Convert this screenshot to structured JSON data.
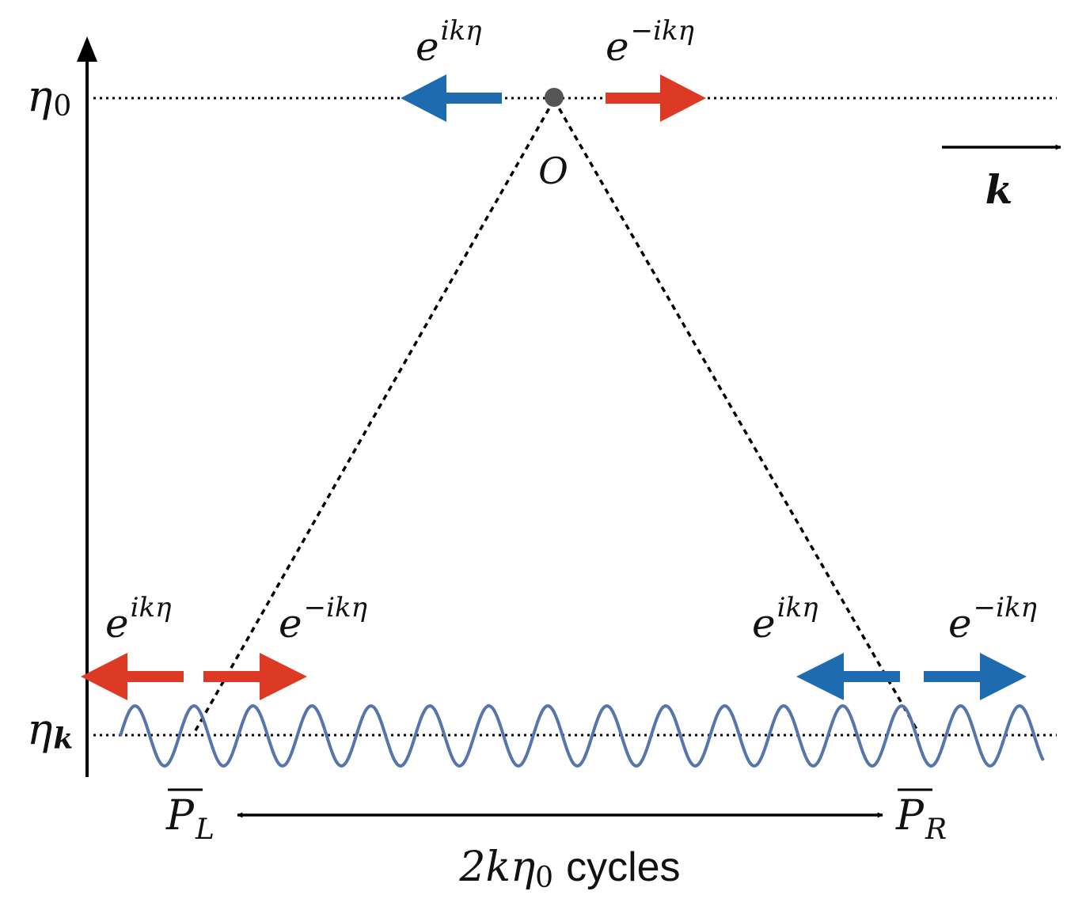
{
  "axis": {
    "top_label": {
      "base": "η",
      "sub": "0"
    },
    "bottom_label": {
      "base": "η",
      "sub": "k"
    }
  },
  "origin": {
    "label": "O",
    "dot_color": "#555555"
  },
  "k_vector": {
    "label": "k"
  },
  "exponents": {
    "plus": {
      "base": "e",
      "sup": "ikη"
    },
    "minus": {
      "base": "e",
      "sup": "−ikη"
    }
  },
  "endpoints": {
    "left": {
      "base": "P",
      "sub": "L"
    },
    "right": {
      "base": "P",
      "sub": "R"
    }
  },
  "span": {
    "coef": "2kη",
    "sub": "0",
    "suffix": "cycles"
  },
  "colors": {
    "red_arrow": "#dd3a25",
    "blue_arrow": "#1f6bb0",
    "wave": "#5676ab",
    "line": "#000000"
  },
  "arrows": {
    "top": [
      {
        "direction": "left",
        "color": "blue"
      },
      {
        "direction": "right",
        "color": "red"
      }
    ],
    "bottom_left": [
      {
        "direction": "left",
        "color": "red"
      },
      {
        "direction": "right",
        "color": "red"
      }
    ],
    "bottom_right": [
      {
        "direction": "left",
        "color": "blue"
      },
      {
        "direction": "right",
        "color": "blue"
      }
    ]
  }
}
